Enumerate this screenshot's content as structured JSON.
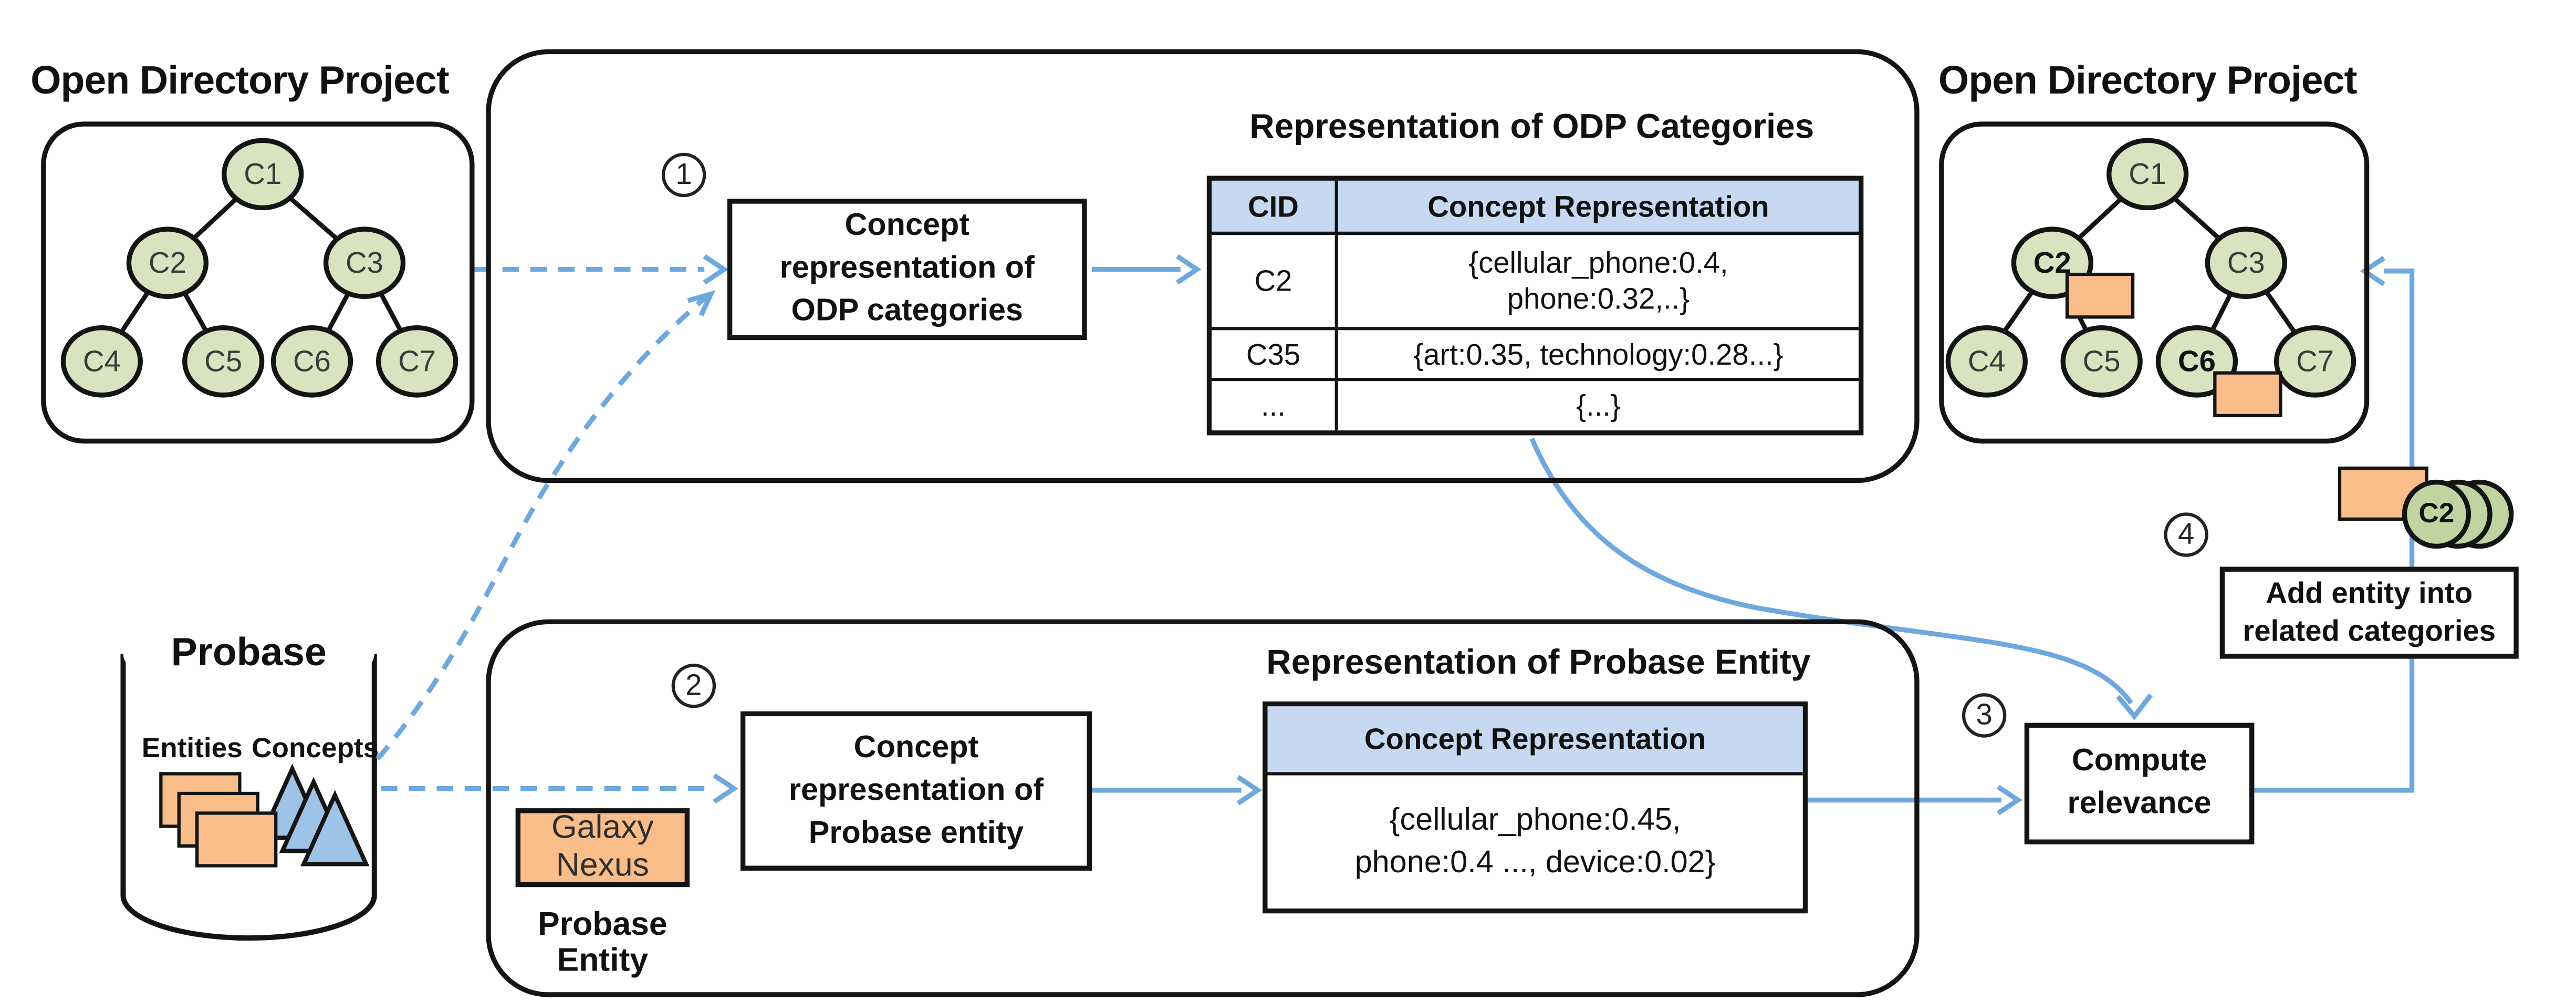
{
  "colors": {
    "node-green": "#d9e3c0",
    "stack-green": "#bfd4a0",
    "orange-fill": "#f8bd89",
    "triangle-blue": "#9dc3e6",
    "table-header-blue": "#c6d9f1",
    "arrow-blue": "#6fa8dc",
    "line-black": "#141414"
  },
  "left_odp": {
    "title": "Open Directory Project",
    "nodes": [
      "C1",
      "C2",
      "C3",
      "C4",
      "C5",
      "C6",
      "C7"
    ]
  },
  "right_odp": {
    "title": "Open Directory Project",
    "nodes": [
      "C1",
      "C2",
      "C3",
      "C4",
      "C5",
      "C6",
      "C7"
    ]
  },
  "top_panel": {
    "step_no": "1",
    "process_box": "Concept representation of ODP categories",
    "table": {
      "title": "Representation of ODP Categories",
      "col_cid": "CID",
      "col_rep": "Concept Representation",
      "rows": [
        {
          "cid": "C2",
          "rep": "{cellular_phone:0.4, phone:0.32,..}"
        },
        {
          "cid": "C35",
          "rep": "{art:0.35, technology:0.28...}"
        },
        {
          "cid": "...",
          "rep": "{...}"
        }
      ]
    }
  },
  "bottom_panel": {
    "step_no": "2",
    "process_box": "Concept representation of Probase entity",
    "entity_box": "Galaxy Nexus",
    "entity_caption": "Probase Entity",
    "table": {
      "title": "Representation of Probase Entity",
      "col_rep": "Concept Representation",
      "rows": [
        {
          "rep": "{cellular_phone:0.45, phone:0.4 ..., device:0.02}"
        }
      ]
    }
  },
  "probase": {
    "title": "Probase",
    "entities_label": "Entities",
    "concepts_label": "Concepts"
  },
  "right_flow": {
    "step3_no": "3",
    "compute_box": "Compute relevance",
    "step4_no": "4",
    "add_box": "Add entity into related categories",
    "stack_label": "C2"
  }
}
